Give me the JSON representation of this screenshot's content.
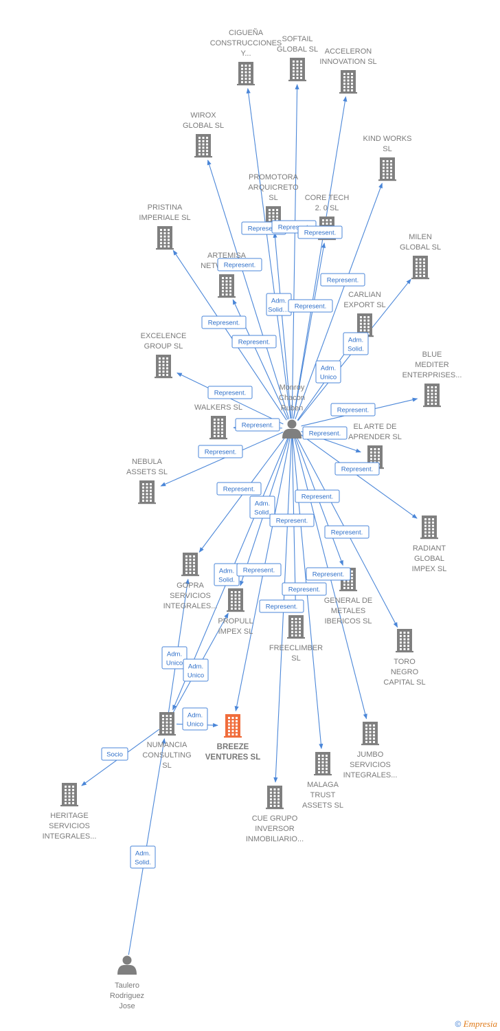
{
  "colors": {
    "edge": "#4a86d8",
    "building": "#7f7f7f",
    "building_highlight": "#f06d3c",
    "person": "#7f7f7f",
    "label": "#7a7a7a"
  },
  "nodes": [
    {
      "id": "cigue",
      "type": "company",
      "lines": [
        "CIGUEÑA",
        "CONSTRUCCIONES",
        "Y..."
      ]
    },
    {
      "id": "softail",
      "type": "company",
      "lines": [
        "SOFTAIL",
        "GLOBAL  SL"
      ]
    },
    {
      "id": "acceleron",
      "type": "company",
      "lines": [
        "ACCELERON",
        "INNOVATION  SL"
      ]
    },
    {
      "id": "wirox",
      "type": "company",
      "lines": [
        "WIROX",
        "GLOBAL  SL"
      ]
    },
    {
      "id": "kindworks",
      "type": "company",
      "lines": [
        "KIND WORKS",
        "SL"
      ]
    },
    {
      "id": "promotora",
      "type": "company",
      "lines": [
        "PROMOTORA",
        "ARQUICRETO",
        "SL"
      ]
    },
    {
      "id": "coretech",
      "type": "company",
      "lines": [
        "CORE TECH",
        "2. 0  SL"
      ]
    },
    {
      "id": "pristina",
      "type": "company",
      "lines": [
        "PRISTINA",
        "IMPERIALE  SL"
      ]
    },
    {
      "id": "milen",
      "type": "company",
      "lines": [
        "MILEN",
        "GLOBAL  SL"
      ]
    },
    {
      "id": "artemisa",
      "type": "company",
      "lines": [
        "ARTEMISA",
        "NETWORKING"
      ]
    },
    {
      "id": "carlian",
      "type": "company",
      "lines": [
        "CARLIAN",
        "EXPORT SL"
      ]
    },
    {
      "id": "excelence",
      "type": "company",
      "lines": [
        "EXCELENCE",
        "GROUP  SL"
      ]
    },
    {
      "id": "blue",
      "type": "company",
      "lines": [
        "BLUE",
        "MEDITER",
        "ENTERPRISES..."
      ]
    },
    {
      "id": "monroy",
      "type": "person",
      "lines": [
        "Monroy",
        "Chacon",
        "Ruben"
      ]
    },
    {
      "id": "walkers",
      "type": "company",
      "lines": [
        "WALKERS  SL"
      ]
    },
    {
      "id": "arte",
      "type": "company",
      "lines": [
        "EL ARTE DE",
        "APRENDER  SL"
      ]
    },
    {
      "id": "nebula",
      "type": "company",
      "lines": [
        "NEBULA",
        "ASSETS  SL"
      ]
    },
    {
      "id": "radiant",
      "type": "company",
      "lines": [
        "RADIANT",
        "GLOBAL",
        "IMPEX  SL"
      ]
    },
    {
      "id": "gopra",
      "type": "company",
      "lines": [
        "GOPRA",
        "SERVICIOS",
        "INTEGRALES..."
      ]
    },
    {
      "id": "propull",
      "type": "company",
      "lines": [
        "PROPULL",
        "IMPEX  SL"
      ]
    },
    {
      "id": "generalmet",
      "type": "company",
      "lines": [
        "GENERAL DE",
        "METALES",
        "IBERICOS  SL"
      ]
    },
    {
      "id": "freeclimber",
      "type": "company",
      "lines": [
        "FREECLIMBER",
        "SL"
      ]
    },
    {
      "id": "toro",
      "type": "company",
      "lines": [
        "TORO",
        "NEGRO",
        "CAPITAL  SL"
      ]
    },
    {
      "id": "numancia",
      "type": "company",
      "lines": [
        "NUMANCIA",
        "CONSULTING",
        "SL"
      ]
    },
    {
      "id": "breeze",
      "type": "company",
      "highlight": true,
      "lines": [
        "BREEZE",
        "VENTURES  SL"
      ]
    },
    {
      "id": "jumbo",
      "type": "company",
      "lines": [
        "JUMBO",
        "SERVICIOS",
        "INTEGRALES..."
      ]
    },
    {
      "id": "malaga",
      "type": "company",
      "lines": [
        "MALAGA",
        "TRUST",
        "ASSETS  SL"
      ]
    },
    {
      "id": "heritage",
      "type": "company",
      "lines": [
        "HERITAGE",
        "SERVICIOS",
        "INTEGRALES..."
      ]
    },
    {
      "id": "cue",
      "type": "company",
      "lines": [
        "CUE GRUPO",
        "INVERSOR",
        "INMOBILIARIO..."
      ]
    },
    {
      "id": "taulero",
      "type": "person",
      "lines": [
        "Taulero",
        "Rodriguez",
        "Jose"
      ]
    }
  ],
  "edges": [
    {
      "from": "monroy",
      "to": "cigue",
      "label": "Represent."
    },
    {
      "from": "monroy",
      "to": "softail",
      "label": "Represent."
    },
    {
      "from": "monroy",
      "to": "acceleron",
      "label": "Represent."
    },
    {
      "from": "monroy",
      "to": "wirox",
      "label": "Represent."
    },
    {
      "from": "monroy",
      "to": "kindworks",
      "label": "Represent."
    },
    {
      "from": "monroy",
      "to": "promotora",
      "label": "Adm. Solid...."
    },
    {
      "from": "monroy",
      "to": "coretech",
      "label": "Represent."
    },
    {
      "from": "monroy",
      "to": "pristina",
      "label": "Represent."
    },
    {
      "from": "monroy",
      "to": "artemisa",
      "label": "Represent."
    },
    {
      "from": "monroy",
      "to": "milen",
      "label": "Adm. Solid."
    },
    {
      "from": "monroy",
      "to": "carlian",
      "label": "Adm. Unico"
    },
    {
      "from": "monroy",
      "to": "excelence",
      "label": "Represent."
    },
    {
      "from": "monroy",
      "to": "blue",
      "label": "Represent."
    },
    {
      "from": "monroy",
      "to": "walkers",
      "label": "Represent."
    },
    {
      "from": "monroy",
      "to": "arte",
      "label": "Represent."
    },
    {
      "from": "monroy",
      "to": "nebula",
      "label": "Represent."
    },
    {
      "from": "monroy",
      "to": "radiant",
      "label": "Represent."
    },
    {
      "from": "monroy",
      "to": "gopra",
      "label": "Represent."
    },
    {
      "from": "monroy",
      "to": "propull",
      "label": "Represent."
    },
    {
      "from": "monroy",
      "to": "generalmet",
      "label": "Adm. Solid."
    },
    {
      "from": "monroy",
      "to": "freeclimber",
      "label": "Represent."
    },
    {
      "from": "monroy",
      "to": "toro",
      "label": "Represent."
    },
    {
      "from": "monroy",
      "to": "numancia",
      "label": "Adm. Solid."
    },
    {
      "from": "monroy",
      "to": "breeze",
      "label": "Represent."
    },
    {
      "from": "monroy",
      "to": "jumbo",
      "label": "Represent."
    },
    {
      "from": "monroy",
      "to": "malaga",
      "label": "Represent."
    },
    {
      "from": "monroy",
      "to": "cue",
      "label": "Represent."
    },
    {
      "from": "numancia",
      "to": "gopra",
      "label": "Adm. Unico"
    },
    {
      "from": "numancia",
      "to": "propull",
      "label": "Adm. Unico"
    },
    {
      "from": "numancia",
      "to": "breeze",
      "label": "Adm. Unico"
    },
    {
      "from": "numancia",
      "to": "heritage",
      "label": "Socio"
    },
    {
      "from": "taulero",
      "to": "numancia",
      "label": "Adm. Solid."
    }
  ],
  "footer": {
    "copyright": "©",
    "brand": "Empresia"
  }
}
